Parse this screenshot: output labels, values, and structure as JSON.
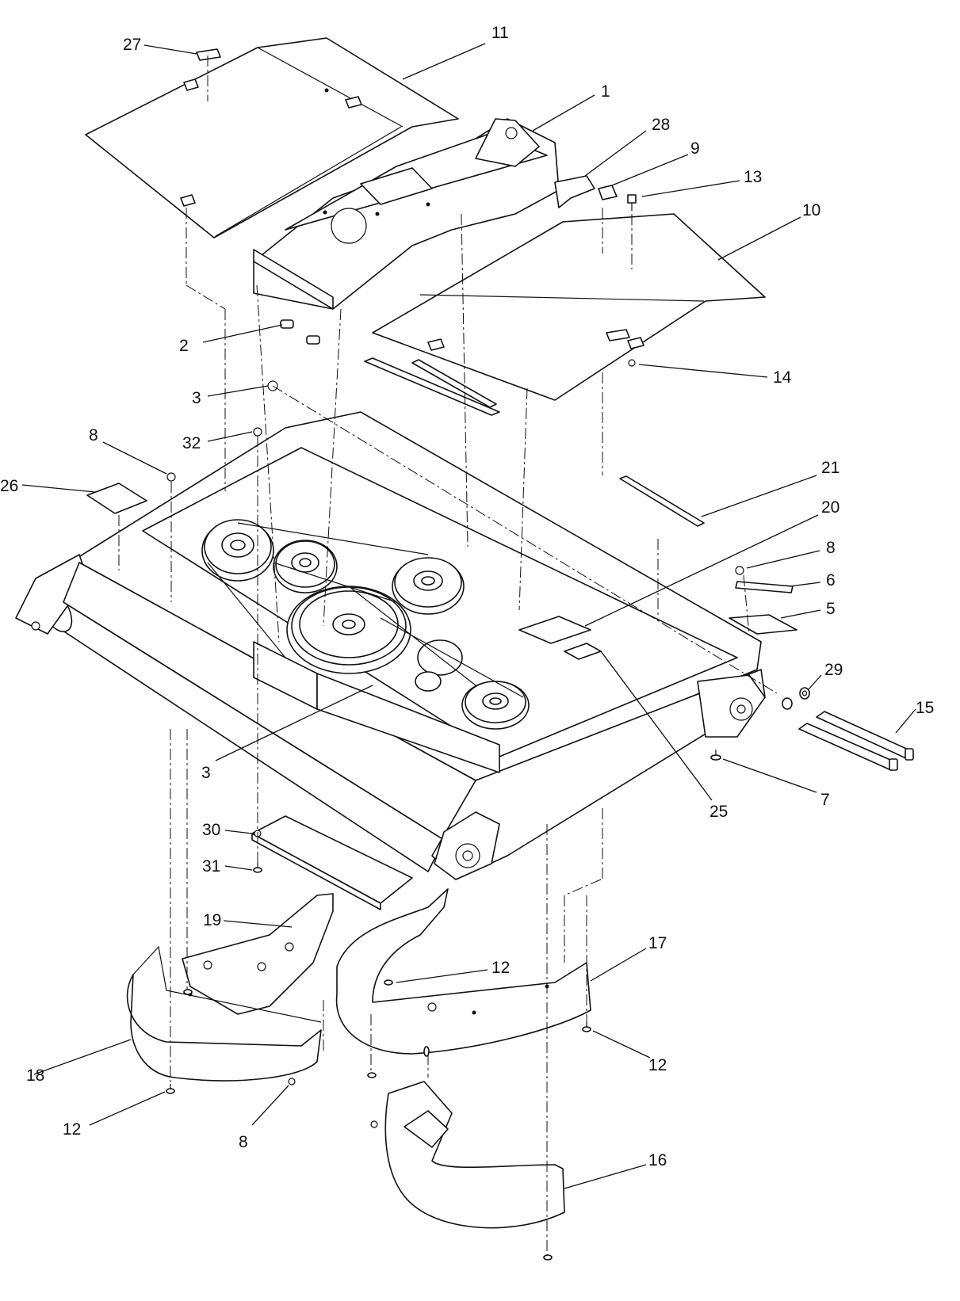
{
  "callouts": [
    {
      "label": "27"
    },
    {
      "label": "11"
    },
    {
      "label": "1"
    },
    {
      "label": "28"
    },
    {
      "label": "9"
    },
    {
      "label": "13"
    },
    {
      "label": "10"
    },
    {
      "label": "2"
    },
    {
      "label": "14"
    },
    {
      "label": "3"
    },
    {
      "label": "32"
    },
    {
      "label": "8"
    },
    {
      "label": "26"
    },
    {
      "label": "21"
    },
    {
      "label": "20"
    },
    {
      "label": "8"
    },
    {
      "label": "6"
    },
    {
      "label": "5"
    },
    {
      "label": "29"
    },
    {
      "label": "15"
    },
    {
      "label": "3"
    },
    {
      "label": "7"
    },
    {
      "label": "25"
    },
    {
      "label": "30"
    },
    {
      "label": "31"
    },
    {
      "label": "19"
    },
    {
      "label": "17"
    },
    {
      "label": "12"
    },
    {
      "label": "18"
    },
    {
      "label": "12"
    },
    {
      "label": "12"
    },
    {
      "label": "8"
    },
    {
      "label": "16"
    }
  ]
}
